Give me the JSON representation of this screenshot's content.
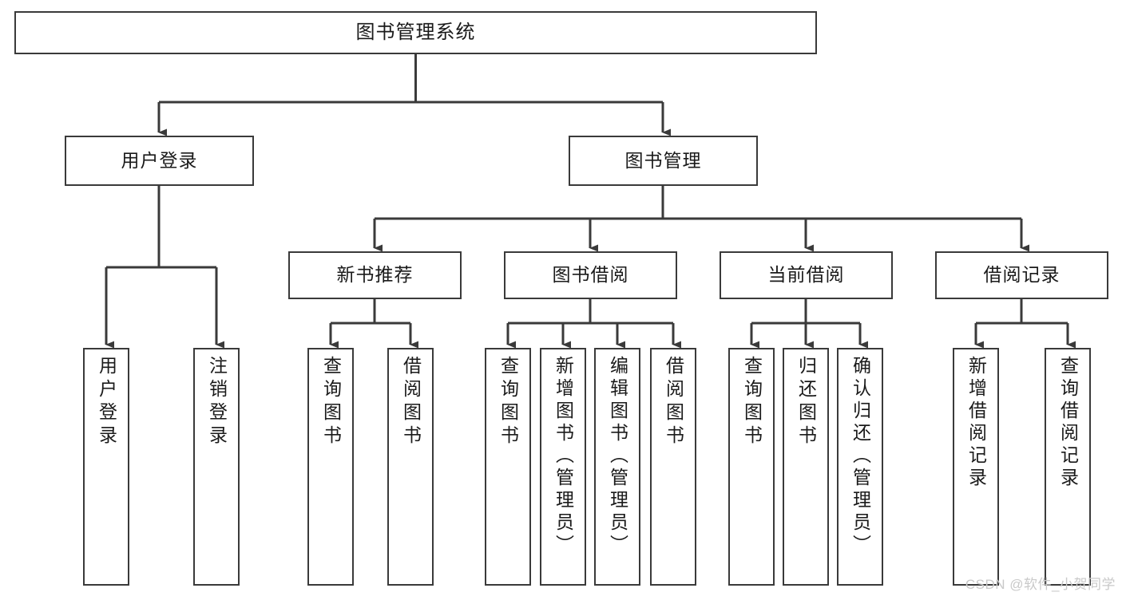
{
  "diagram": {
    "type": "tree-hierarchy",
    "title": "图书管理系统",
    "watermark": "CSDN @软件_小贺同学",
    "colors": {
      "background": "#ffffff",
      "border": "#3a3a3a",
      "text": "#1a1a1a",
      "edge": "#3a3a3a",
      "watermark": "#c9c9c9"
    },
    "levels": 4
  },
  "nodes": {
    "root": {
      "label": "图书管理系统",
      "level": 0,
      "orientation": "horizontal"
    },
    "level1": [
      {
        "id": "user-login",
        "label": "用户登录",
        "orientation": "horizontal"
      },
      {
        "id": "book-management",
        "label": "图书管理",
        "orientation": "horizontal"
      }
    ],
    "level2": [
      {
        "id": "new-book-recommend",
        "label": "新书推荐",
        "orientation": "horizontal",
        "parent": "book-management"
      },
      {
        "id": "book-borrow",
        "label": "图书借阅",
        "orientation": "horizontal",
        "parent": "book-management"
      },
      {
        "id": "current-borrow",
        "label": "当前借阅",
        "orientation": "horizontal",
        "parent": "book-management"
      },
      {
        "id": "borrow-record",
        "label": "借阅记录",
        "orientation": "horizontal",
        "parent": "book-management"
      }
    ],
    "leaves": [
      {
        "id": "leaf-user-login",
        "label": "用户登录",
        "parent": "user-login",
        "orientation": "vertical"
      },
      {
        "id": "leaf-user-logout",
        "label": "注销登录",
        "parent": "user-login",
        "orientation": "vertical"
      },
      {
        "id": "leaf-query-book-1",
        "label": "查询图书",
        "parent": "new-book-recommend",
        "orientation": "vertical"
      },
      {
        "id": "leaf-borrow-book-1",
        "label": "借阅图书",
        "parent": "new-book-recommend",
        "orientation": "vertical"
      },
      {
        "id": "leaf-query-book-2",
        "label": "查询图书",
        "parent": "book-borrow",
        "orientation": "vertical"
      },
      {
        "id": "leaf-add-book",
        "label": "新增图书（管理员）",
        "parent": "book-borrow",
        "orientation": "vertical"
      },
      {
        "id": "leaf-edit-book",
        "label": "编辑图书（管理员）",
        "parent": "book-borrow",
        "orientation": "vertical"
      },
      {
        "id": "leaf-borrow-book-2",
        "label": "借阅图书",
        "parent": "book-borrow",
        "orientation": "vertical"
      },
      {
        "id": "leaf-query-book-3",
        "label": "查询图书",
        "parent": "current-borrow",
        "orientation": "vertical"
      },
      {
        "id": "leaf-return-book",
        "label": "归还图书",
        "parent": "current-borrow",
        "orientation": "vertical"
      },
      {
        "id": "leaf-confirm-return",
        "label": "确认归还（管理员）",
        "parent": "current-borrow",
        "orientation": "vertical"
      },
      {
        "id": "leaf-add-record",
        "label": "新增借阅记录",
        "parent": "borrow-record",
        "orientation": "vertical"
      },
      {
        "id": "leaf-query-record",
        "label": "查询借阅记录",
        "parent": "borrow-record",
        "orientation": "vertical"
      }
    ]
  }
}
